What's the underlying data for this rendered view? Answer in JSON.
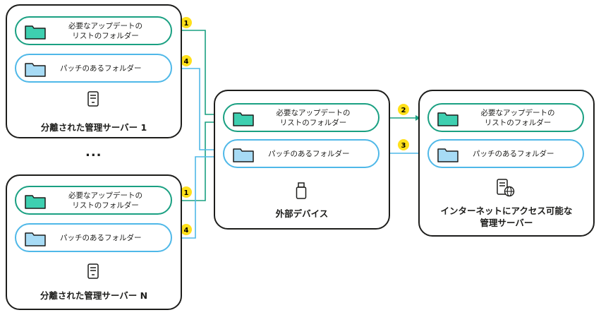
{
  "server1": {
    "name": "分離された管理サーバー 1",
    "updates_folder": [
      "必要なアップデートの",
      "リストのフォルダー"
    ],
    "patches_folder": "パッチのあるフォルダー"
  },
  "serverN": {
    "name": "分離された管理サーバー N",
    "updates_folder": [
      "必要なアップデートの",
      "リストのフォルダー"
    ],
    "patches_folder": "パッチのあるフォルダー"
  },
  "ellipsis": "...",
  "device": {
    "name": "外部デバイス",
    "updates_folder": [
      "必要なアップデートの",
      "リストのフォルダー"
    ],
    "patches_folder": "パッチのあるフォルダー"
  },
  "internet_server": {
    "name": [
      "インターネットにアクセス可能な",
      "管理サーバー"
    ],
    "updates_folder": [
      "必要なアップデートの",
      "リストのフォルダー"
    ],
    "patches_folder": "パッチのあるフォルダー"
  },
  "steps": [
    "1",
    "2",
    "3",
    "4",
    "1",
    "4"
  ],
  "colors": {
    "updates": "#1aa082",
    "patches": "#4fb8e8",
    "folder_updates_fill": "#3ecfb0",
    "folder_patches_fill": "#a7dbf5",
    "badge": "#ffe01a",
    "outline": "#1d1d1b"
  },
  "icons": [
    "folder-icon",
    "server-icon",
    "usb-drive-icon",
    "server-globe-icon"
  ]
}
